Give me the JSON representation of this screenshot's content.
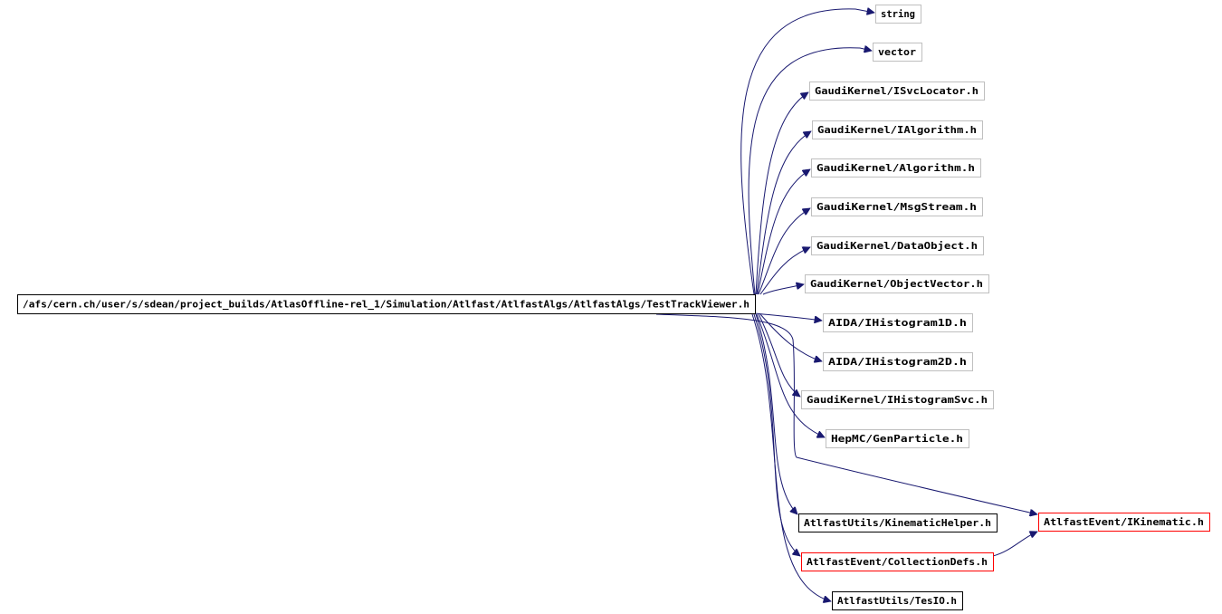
{
  "colors": {
    "edge": "#191970",
    "root_fill": "#bfbfbf",
    "root_border": "#000000",
    "plain_border": "#bfbfbf",
    "documented_border": "#000000",
    "red_border": "#ff0000"
  },
  "root": {
    "id": "root",
    "label": "/afs/cern.ch/user/s/sdean/project_builds/AtlasOffline-rel_1/Simulation/Atlfast/AtlfastAlgs/AtlfastAlgs/TestTrackViewer.h",
    "style": "root"
  },
  "nodes": [
    {
      "id": "string",
      "label": "string",
      "style": "plain"
    },
    {
      "id": "vector",
      "label": "vector",
      "style": "plain"
    },
    {
      "id": "isvclocator",
      "label": "GaudiKernel/ISvcLocator.h",
      "style": "plain"
    },
    {
      "id": "ialgorithm",
      "label": "GaudiKernel/IAlgorithm.h",
      "style": "plain"
    },
    {
      "id": "algorithm",
      "label": "GaudiKernel/Algorithm.h",
      "style": "plain"
    },
    {
      "id": "msgstream",
      "label": "GaudiKernel/MsgStream.h",
      "style": "plain"
    },
    {
      "id": "dataobject",
      "label": "GaudiKernel/DataObject.h",
      "style": "plain"
    },
    {
      "id": "objectvector",
      "label": "GaudiKernel/ObjectVector.h",
      "style": "plain"
    },
    {
      "id": "ihist1d",
      "label": "AIDA/IHistogram1D.h",
      "style": "plain"
    },
    {
      "id": "ihist2d",
      "label": "AIDA/IHistogram2D.h",
      "style": "plain"
    },
    {
      "id": "ihistsvc",
      "label": "GaudiKernel/IHistogramSvc.h",
      "style": "plain"
    },
    {
      "id": "genparticle",
      "label": "HepMC/GenParticle.h",
      "style": "plain"
    },
    {
      "id": "ikinematic",
      "label": "AtlfastEvent/IKinematic.h",
      "style": "red"
    },
    {
      "id": "kinhelper",
      "label": "AtlfastUtils/KinematicHelper.h",
      "style": "documented"
    },
    {
      "id": "colldefs",
      "label": "AtlfastEvent/CollectionDefs.h",
      "style": "red"
    },
    {
      "id": "tesio",
      "label": "AtlfastUtils/TesIO.h",
      "style": "documented"
    }
  ],
  "edges": [
    {
      "from": "root",
      "to": "string"
    },
    {
      "from": "root",
      "to": "vector"
    },
    {
      "from": "root",
      "to": "isvclocator"
    },
    {
      "from": "root",
      "to": "ialgorithm"
    },
    {
      "from": "root",
      "to": "algorithm"
    },
    {
      "from": "root",
      "to": "msgstream"
    },
    {
      "from": "root",
      "to": "dataobject"
    },
    {
      "from": "root",
      "to": "objectvector"
    },
    {
      "from": "root",
      "to": "ihist1d"
    },
    {
      "from": "root",
      "to": "ihist2d"
    },
    {
      "from": "root",
      "to": "ihistsvc"
    },
    {
      "from": "root",
      "to": "genparticle"
    },
    {
      "from": "root",
      "to": "ikinematic"
    },
    {
      "from": "root",
      "to": "kinhelper"
    },
    {
      "from": "root",
      "to": "colldefs"
    },
    {
      "from": "root",
      "to": "tesio"
    },
    {
      "from": "colldefs",
      "to": "ikinematic"
    }
  ]
}
